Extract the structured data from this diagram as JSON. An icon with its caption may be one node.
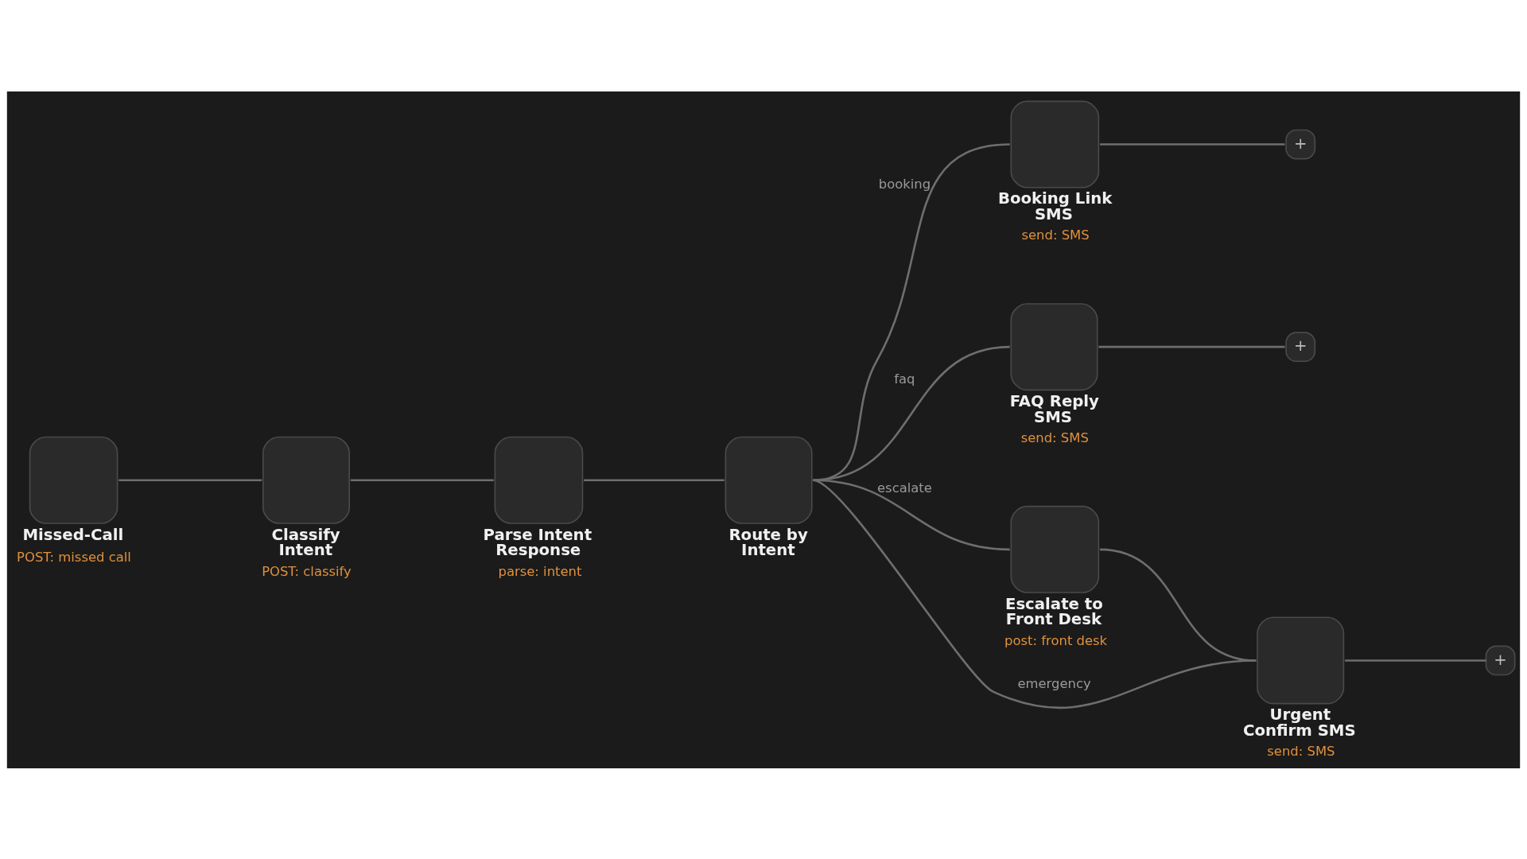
{
  "diagram": {
    "nodes": [
      {
        "text": [
          "Missed-Call",
          "POST: missed call"
        ]
      },
      {
        "text": [
          "Classify Intent",
          "POST: classify"
        ]
      },
      {
        "text": [
          "Parse Intent Response",
          "parse: intent"
        ]
      },
      {
        "text": [
          "Route by Intent"
        ]
      },
      {
        "text": [
          "Booking Link SMS",
          "send: SMS"
        ]
      },
      {
        "text": [
          "FAQ Reply SMS",
          "send: SMS"
        ]
      },
      {
        "text": [
          "Escalate to Front Desk",
          "post: front desk"
        ]
      },
      {
        "text": [
          "Urgent Confirm SMS",
          "send: SMS"
        ]
      },
      {
        "text": [
          "+"
        ]
      },
      {
        "text": [
          "+"
        ]
      },
      {
        "text": [
          "+"
        ]
      }
    ],
    "edges": [
      {
        "from": 0,
        "to": 1,
        "arrow": "none"
      },
      {
        "from": 1,
        "to": 2,
        "arrow": "none"
      },
      {
        "from": 2,
        "to": 3,
        "arrow": "none"
      },
      {
        "from": 3,
        "to": 4,
        "arrow": "none",
        "label": "booking"
      },
      {
        "from": 3,
        "to": 5,
        "arrow": "none",
        "label": "faq"
      },
      {
        "from": 3,
        "to": 6,
        "arrow": "none",
        "label": "escalate"
      },
      {
        "from": 3,
        "to": 7,
        "arrow": "none",
        "label": "emergency"
      },
      {
        "from": 6,
        "to": 7,
        "arrow": "none"
      },
      {
        "from": 4,
        "to": 8,
        "arrow": "none"
      },
      {
        "from": 5,
        "to": 9,
        "arrow": "none"
      },
      {
        "from": 7,
        "to": 10,
        "arrow": "none"
      }
    ]
  }
}
